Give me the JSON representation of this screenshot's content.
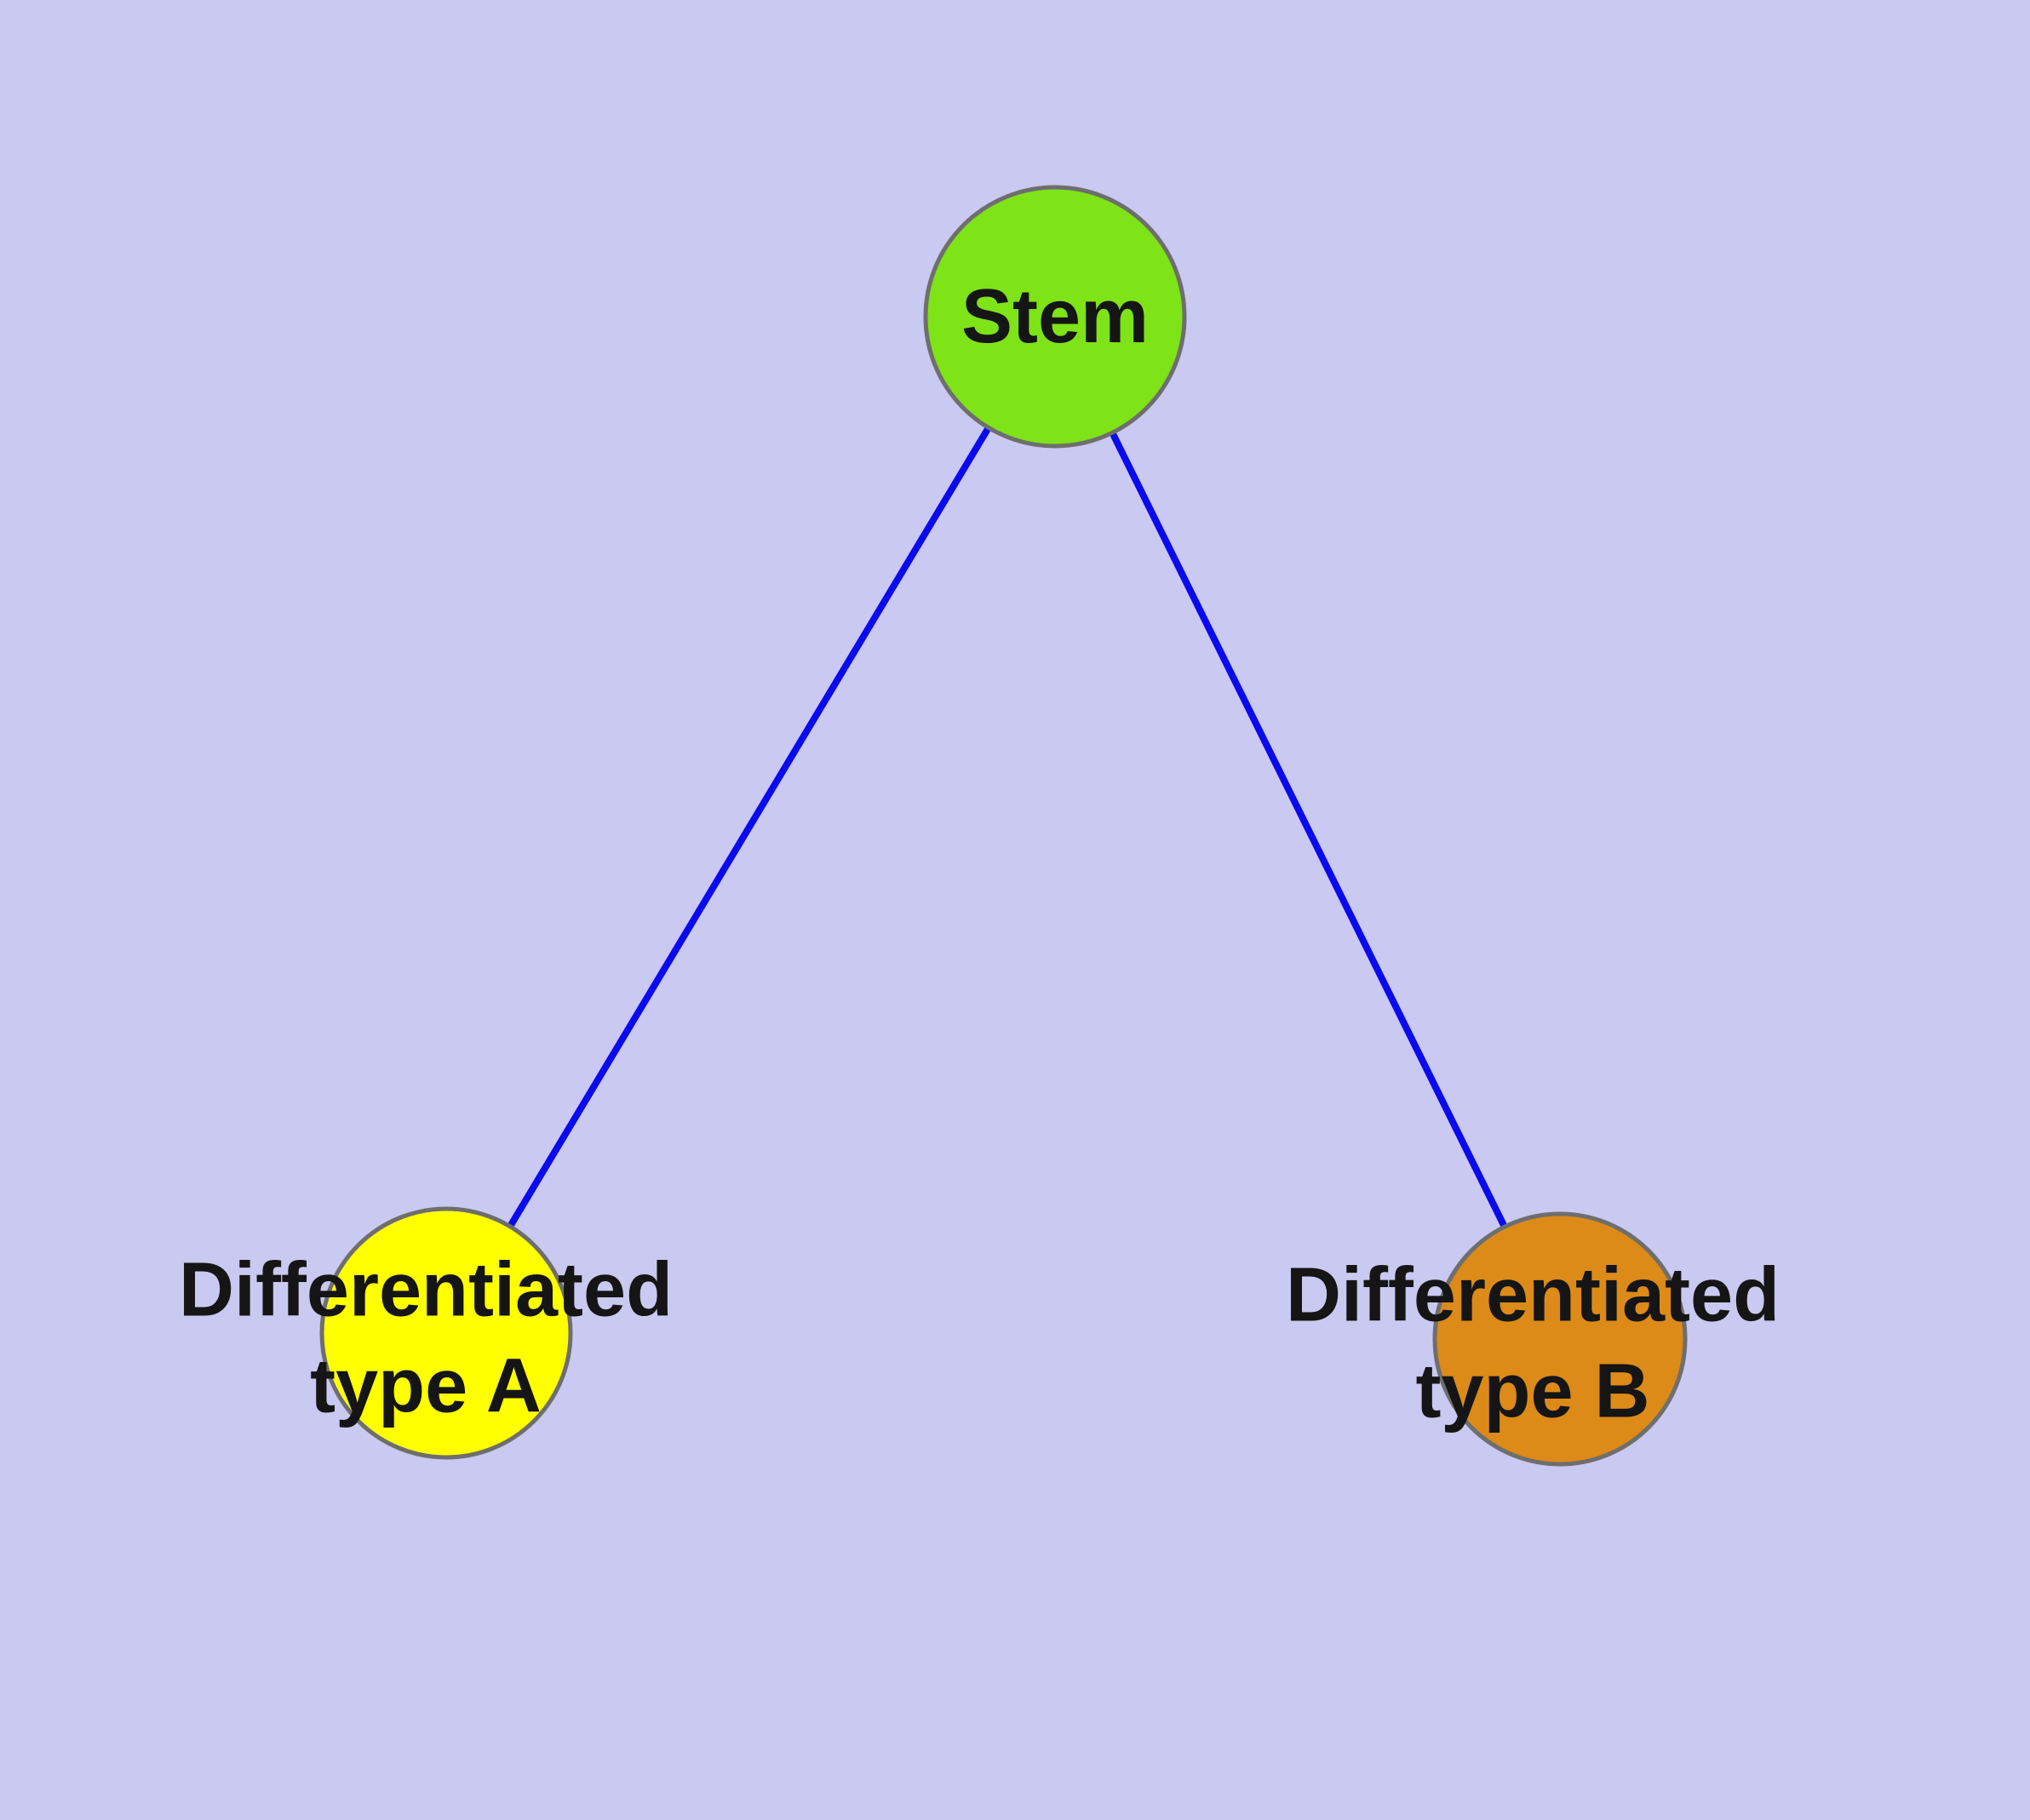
{
  "diagram": {
    "background_color": "#c9c9f1",
    "edge_color": "#0a0aee",
    "node_border_color": "#6e6e6e",
    "nodes": [
      {
        "id": "stem",
        "label": "Stem",
        "fill": "#7ee317"
      },
      {
        "id": "type-a",
        "label_line1": "Differentiated",
        "label_line2": "type A",
        "fill": "#ffff00"
      },
      {
        "id": "type-b",
        "label_line1": "Differentiated",
        "label_line2": "type B",
        "fill": "#dc8a18"
      }
    ],
    "edges": [
      {
        "from": "stem",
        "to": "type-a"
      },
      {
        "from": "stem",
        "to": "type-b"
      }
    ]
  }
}
